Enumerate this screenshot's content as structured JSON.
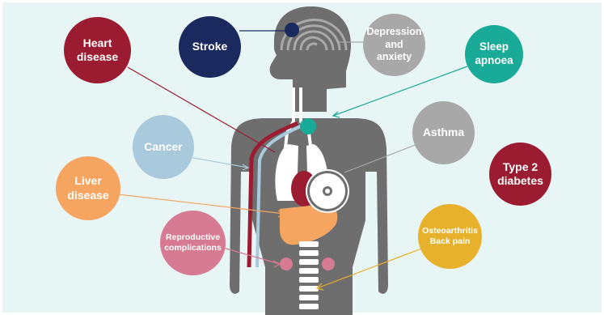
{
  "colors": {
    "background": "#e8f5f5",
    "body": "#6e6e6e",
    "brain_lines": "#a9a9a9",
    "heart_disease": "#9b1b30",
    "stroke": "#1b2a5e",
    "depression": "#a8a8a8",
    "sleep_apnoea": "#1aab98",
    "cancer": "#a9c9dd",
    "asthma": "#a8a8a8",
    "type2_diabetes": "#9b1b30",
    "liver_disease": "#f6a561",
    "reproductive": "#d77a93",
    "osteoarthritis": "#e7b12b"
  },
  "conditions": {
    "heart_disease": "Heart\ndisease",
    "stroke": "Stroke",
    "depression": "Depression\nand\nanxiety",
    "sleep_apnoea": "Sleep\napnoea",
    "cancer": "Cancer",
    "asthma": "Asthma",
    "type2_diabetes": "Type 2\ndiabetes",
    "liver_disease": "Liver\ndisease",
    "reproductive": "Reproductive\ncomplications",
    "osteoarthritis": "Osteoarthritis\nBack pain"
  }
}
